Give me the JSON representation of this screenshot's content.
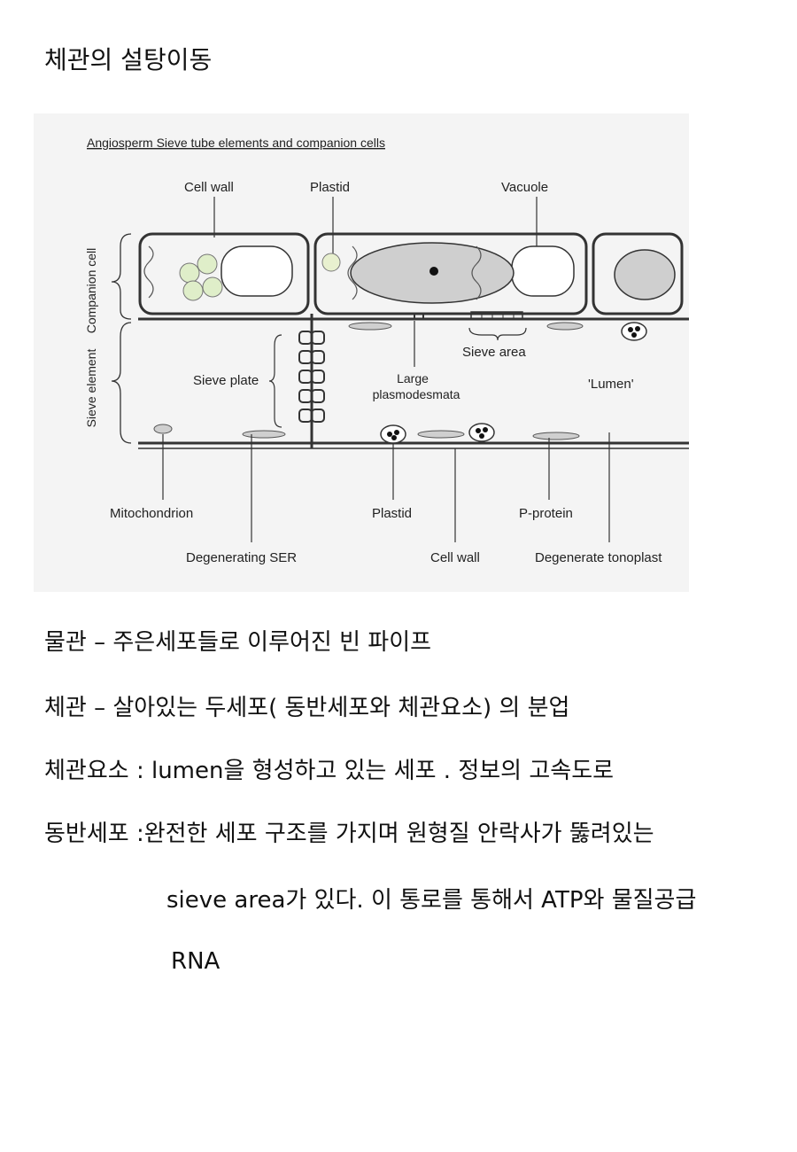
{
  "title": "체관의 설탕이동",
  "figure": {
    "heading": "Angiosperm Sieve tube elements and companion cells",
    "labels": {
      "cell_wall_top": "Cell wall",
      "plastid_top": "Plastid",
      "vacuole": "Vacuole",
      "companion_cell": "Companion cell",
      "sieve_element": "Sieve element",
      "sieve_plate": "Sieve plate",
      "large_plasmodesmata": "Large plasmodesmata",
      "sieve_area": "Sieve area",
      "lumen": "'Lumen'",
      "mitochondrion": "Mitochondrion",
      "plastid_bottom": "Plastid",
      "p_protein": "P-protein",
      "degenerating_ser": "Degenerating SER",
      "cell_wall_bottom": "Cell wall",
      "degenerate_tonoplast": "Degenerate tonoplast"
    }
  },
  "lines": [
    "물관 – 주은세포들로 이루어진 빈 파이프",
    "체관 – 살아있는 두세포( 동반세포와 체관요소) 의 분업",
    "체관요소 : lumen을 형성하고 있는 세포 . 정보의  고속도로",
    "동반세포 :완전한 세포 구조를 가지며 원형질 안락사가 뚫려있는",
    "sieve area가 있다. 이 통로를 통해서 ATP와 물질공급",
    "RNA"
  ]
}
